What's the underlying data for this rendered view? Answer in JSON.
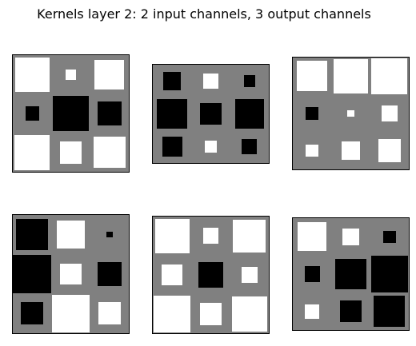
{
  "title": "Kernels layer 2: 2 input channels, 3 output channels",
  "colors": {
    "positive": "#ffffff",
    "negative": "#000000",
    "background": "#808080",
    "frame": "#000000"
  },
  "chart_data": {
    "type": "hinton",
    "title": "Kernels layer 2: 2 input channels, 3 output channels",
    "layout": {
      "rows": 2,
      "cols": 3,
      "kernel_size": [
        3,
        3
      ]
    },
    "encoding": "square area proportional to |weight|; white = positive, black = negative",
    "kernels": [
      {
        "input_channel": 1,
        "output_channel": 1,
        "weights": [
          [
            0.95,
            0.08,
            0.7
          ],
          [
            -0.15,
            -1.0,
            -0.48
          ],
          [
            1.0,
            0.4,
            0.8
          ]
        ]
      },
      {
        "input_channel": 1,
        "output_channel": 2,
        "weights": [
          [
            -0.35,
            0.25,
            -0.15
          ],
          [
            -1.0,
            -0.55,
            -0.95
          ],
          [
            -0.45,
            0.15,
            -0.25
          ]
        ]
      },
      {
        "input_channel": 1,
        "output_channel": 3,
        "weights": [
          [
            0.8,
            1.0,
            1.1
          ],
          [
            -0.13,
            0.04,
            0.22
          ],
          [
            0.13,
            0.28,
            0.45
          ]
        ]
      },
      {
        "input_channel": 2,
        "output_channel": 1,
        "weights": [
          [
            -0.8,
            0.65,
            -0.03
          ],
          [
            -1.15,
            0.35,
            -0.45
          ],
          [
            -0.4,
            1.15,
            0.4
          ]
        ]
      },
      {
        "input_channel": 2,
        "output_channel": 2,
        "weights": [
          [
            0.95,
            0.2,
            0.85
          ],
          [
            0.35,
            -0.5,
            0.2
          ],
          [
            1.1,
            0.4,
            1.0
          ]
        ]
      },
      {
        "input_channel": 2,
        "output_channel": 3,
        "weights": [
          [
            0.7,
            0.25,
            -0.13
          ],
          [
            -0.2,
            -0.8,
            -1.15
          ],
          [
            0.18,
            -0.4,
            -0.85
          ]
        ]
      }
    ]
  }
}
